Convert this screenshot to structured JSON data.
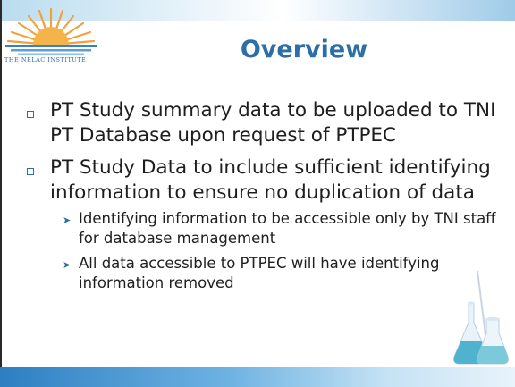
{
  "slide": {
    "title": "Overview",
    "logo_text": "THE NELAC INSTITUTE",
    "bullets": [
      "PT Study summary data to be uploaded to TNI PT Database upon request of PTPEC",
      "PT Study Data to include sufficient identifying information to ensure no duplication of data"
    ],
    "sub_bullets": [
      "Identifying information to be accessible only by TNI staff for database management",
      "All data accessible to PTPEC will have identifying information removed"
    ]
  },
  "colors": {
    "title": "#2b6ea8",
    "body_text": "#1e1e1e",
    "bottom_bar_start": "#2d7fc2",
    "logo_sun": "#f2a23c"
  },
  "icons": [
    "nelac-sunrise-logo",
    "lab-flasks-icon"
  ]
}
